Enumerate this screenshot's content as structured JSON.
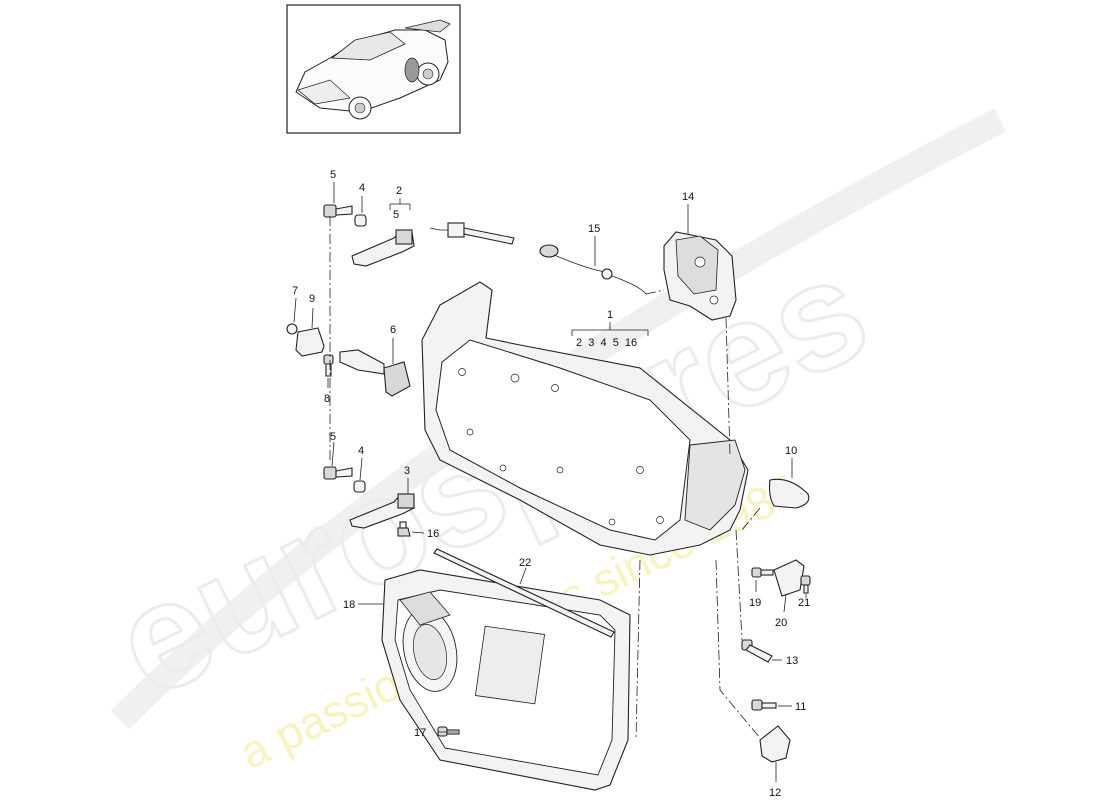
{
  "watermark": {
    "brand": "eurospares",
    "tagline": "a passion for parts since 1985"
  },
  "callouts": {
    "c1": "1",
    "c2": "2",
    "c3": "3",
    "c4a": "4",
    "c4b": "4",
    "c5a": "5",
    "c5b": "5",
    "c6": "6",
    "c7": "7",
    "c8": "8",
    "c9": "9",
    "c10": "10",
    "c11": "11",
    "c12": "12",
    "c13": "13",
    "c14": "14",
    "c15": "15",
    "c16": "16",
    "c17": "17",
    "c18": "18",
    "c19": "19",
    "c20": "20",
    "c21": "21",
    "c22": "22"
  },
  "groups": {
    "g2": "5",
    "g1": "2  3  4  5  16"
  }
}
